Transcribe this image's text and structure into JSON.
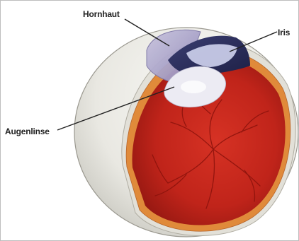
{
  "diagram": {
    "labels": {
      "cornea": "Hornhaut",
      "iris": "Iris",
      "lens": "Augenlinse"
    }
  },
  "colors": {
    "sclera": "#ecebe6",
    "retina_red": "#c0241a",
    "retina_dark": "#8e1610",
    "choroid_orange": "#e08a3a",
    "iris_dark": "#2c2f5a",
    "cornea_violet": "#a8a2c8",
    "lens": "#e9e8f2"
  },
  "icons": []
}
